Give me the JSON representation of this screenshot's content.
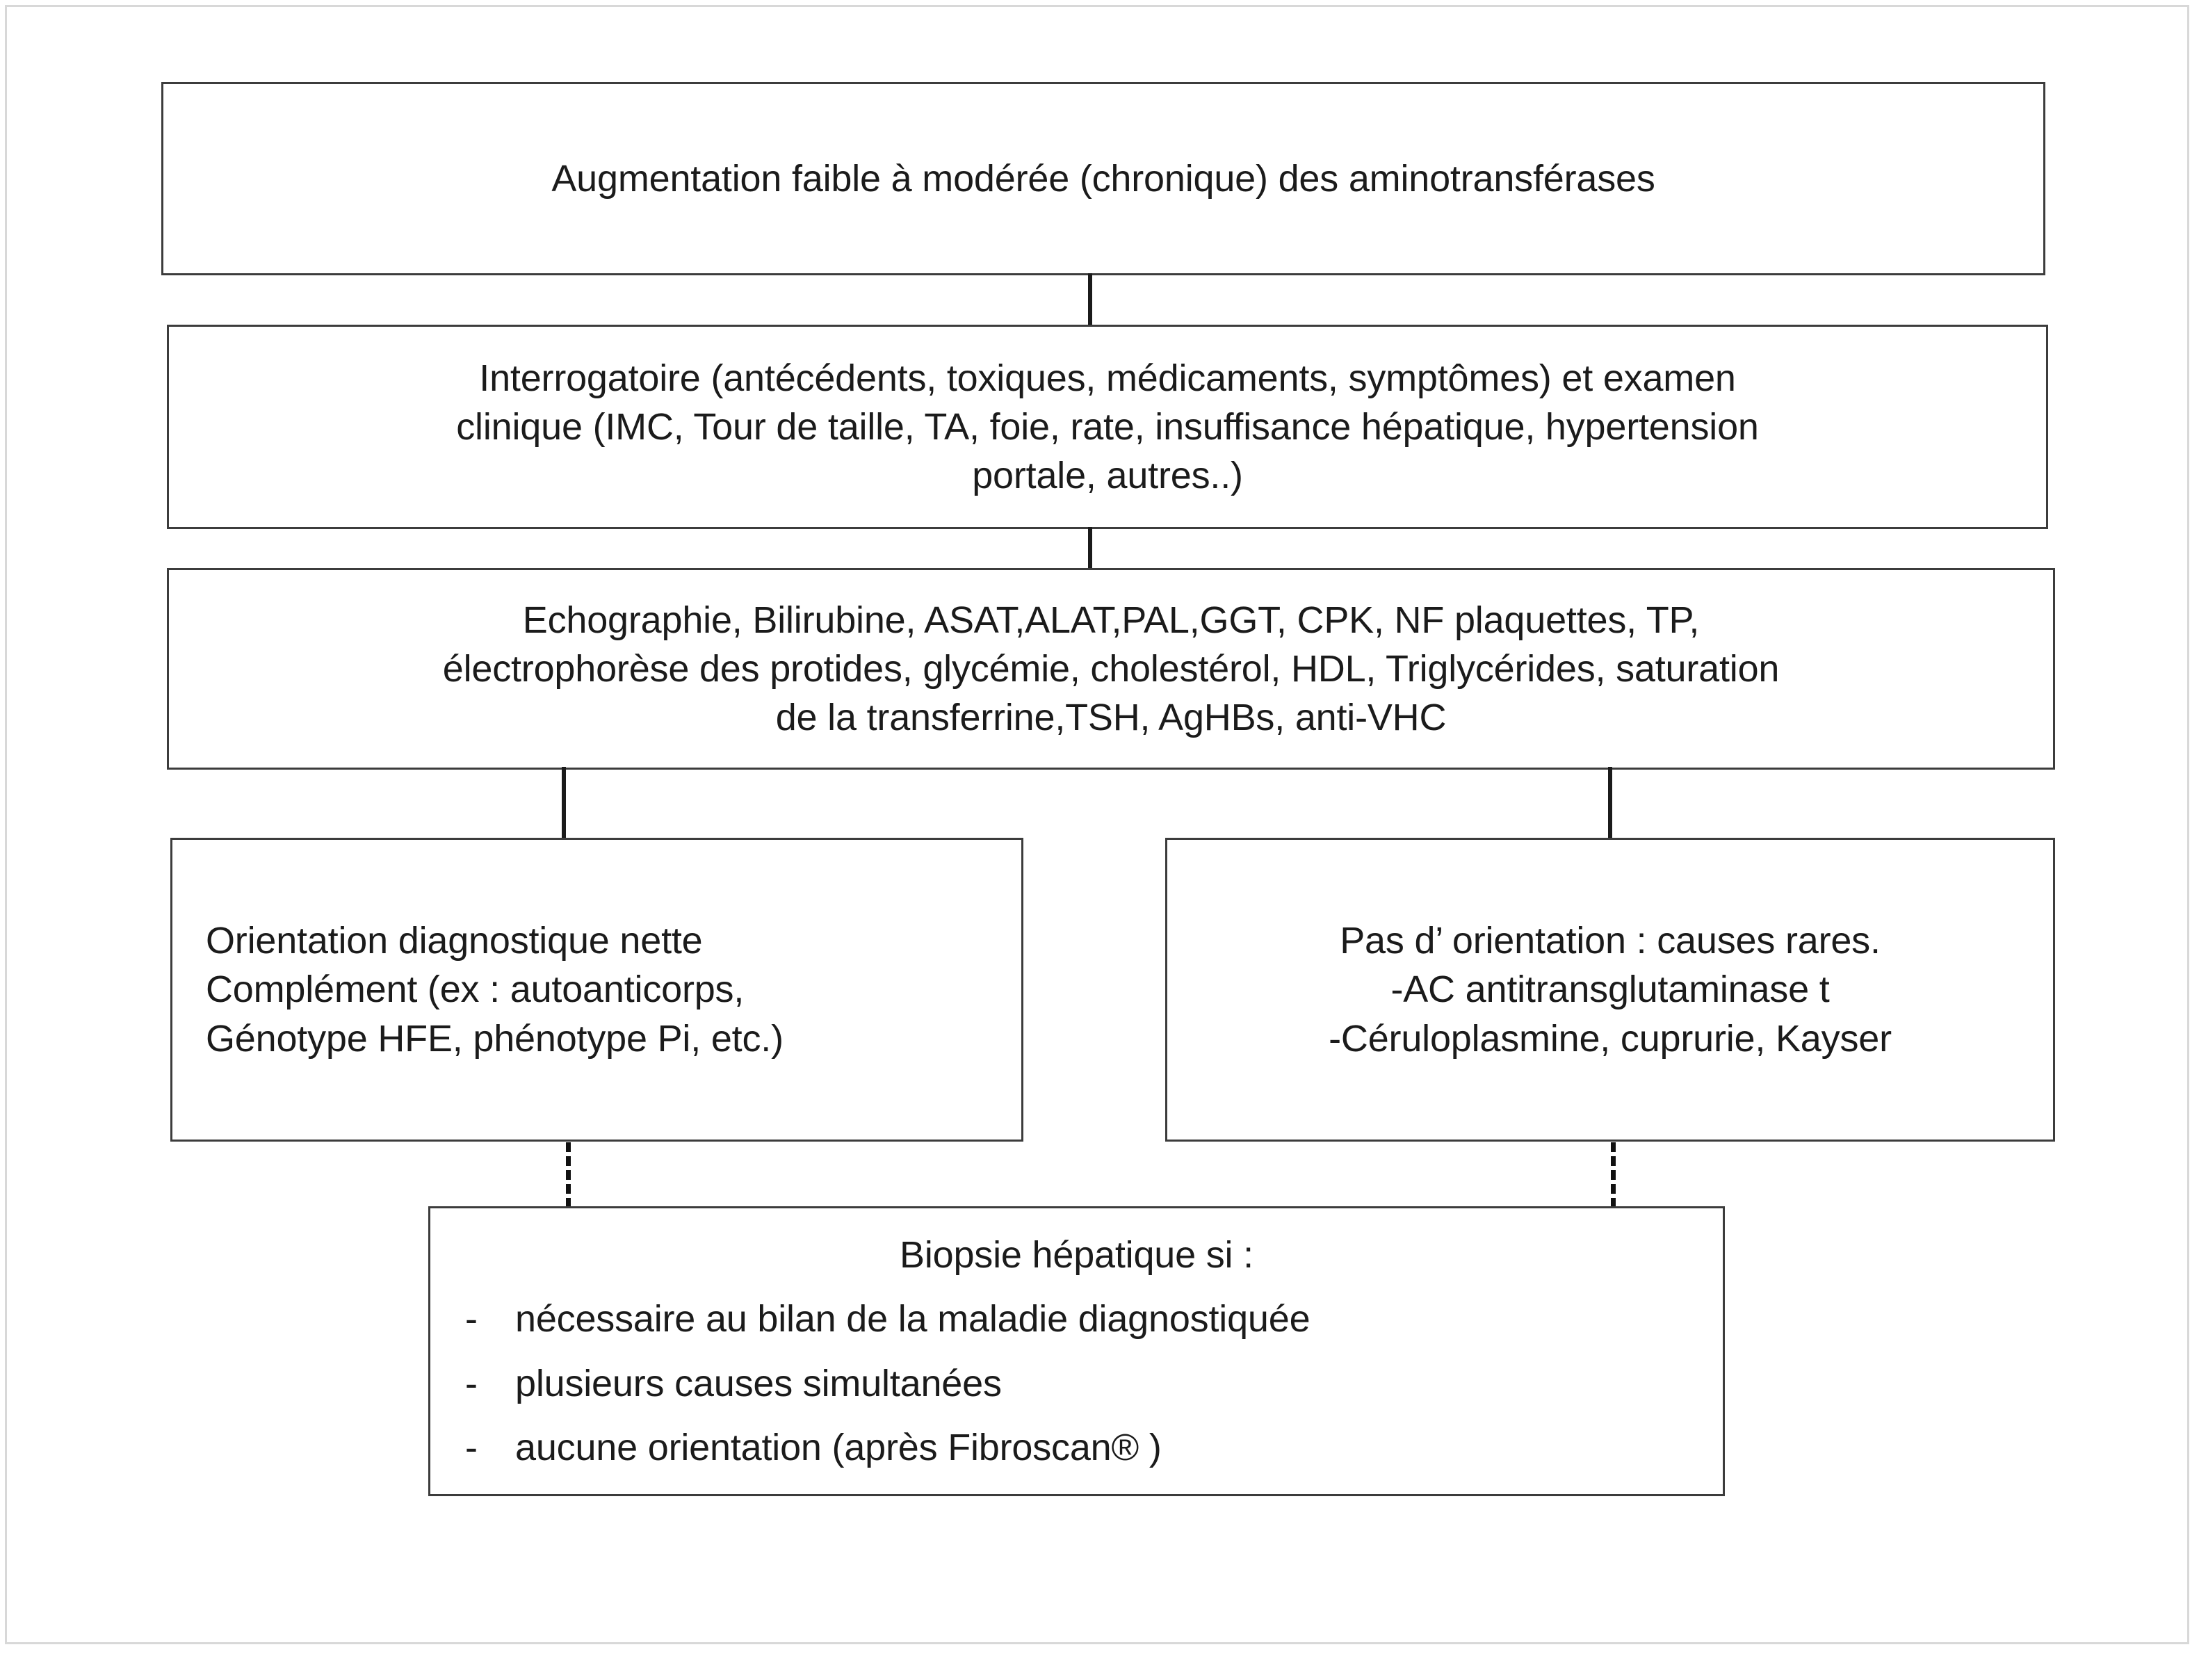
{
  "diagram": {
    "title": "Augmentation faible à modérée (chronique) des aminotransférases",
    "nodes": {
      "title": {
        "name": "Augmentation faible à modérée (chronique) des aminotransférases",
        "lines": [
          "Augmentation faible à modérée (chronique) des aminotransférases"
        ]
      },
      "anamnesis": {
        "lines": [
          "Interrogatoire (antécédents, toxiques, médicaments, symptômes) et examen",
          "clinique (IMC, Tour de taille, TA, foie, rate, insuffisance hépatique, hypertension",
          "portale, autres..)"
        ]
      },
      "workup": {
        "lines": [
          "Echographie, Bilirubine, ASAT,ALAT,PAL,GGT, CPK, NF plaquettes, TP,",
          "électrophorèse des protides, glycémie, cholestérol, HDL, Triglycérides, saturation",
          "de la transferrine,TSH, AgHBs, anti-VHC"
        ]
      },
      "clear_orientation": {
        "lines": [
          "Orientation diagnostique nette",
          "Complément (ex : autoanticorps,",
          "Génotype HFE, phénotype Pi, etc.)"
        ]
      },
      "no_orientation": {
        "lines": [
          "Pas d’ orientation : causes rares.",
          "-AC antitransglutaminase t",
          "-Céruloplasmine, cuprurie, Kayser"
        ]
      },
      "biopsy": {
        "heading": "Biopsie hépatique si :",
        "bullet_marker": "-",
        "bullets": [
          "nécessaire au bilan de la maladie diagnostiquée",
          "plusieurs causes simultanées",
          "aucune orientation (après Fibroscan® )"
        ]
      }
    },
    "connectors": [
      {
        "name": "title-to-anamnesis",
        "style": "solid"
      },
      {
        "name": "anamnesis-to-workup",
        "style": "solid"
      },
      {
        "name": "workup-to-clear-orientation",
        "style": "solid"
      },
      {
        "name": "workup-to-no-orientation",
        "style": "solid"
      },
      {
        "name": "clear-orientation-to-biopsy",
        "style": "dashed"
      },
      {
        "name": "no-orientation-to-biopsy",
        "style": "dashed"
      }
    ],
    "colors": {
      "box_border": "#3c3c3c",
      "outer_frame": "#d8d8d8",
      "text": "#1b1b1b",
      "connector": "#1b1b1b",
      "background": "#ffffff"
    }
  }
}
